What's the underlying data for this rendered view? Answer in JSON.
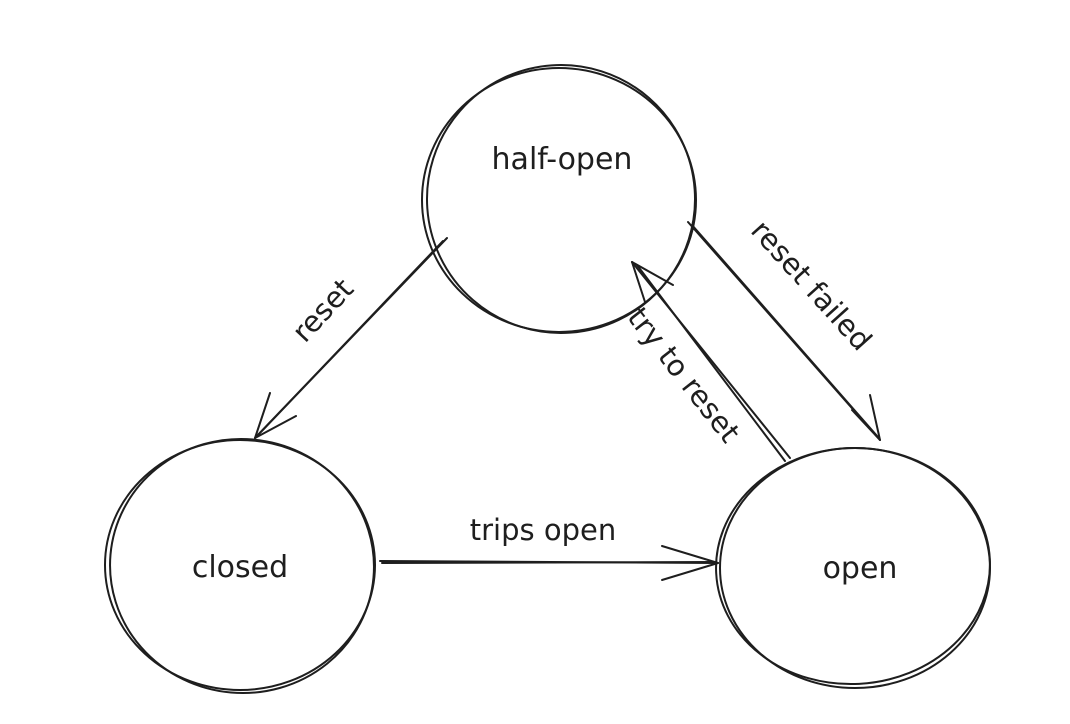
{
  "diagram": {
    "nodes": {
      "half_open": {
        "label": "half-open"
      },
      "closed": {
        "label": "closed"
      },
      "open": {
        "label": "open"
      }
    },
    "edges": {
      "reset": {
        "label": "reset",
        "from": "half-open",
        "to": "closed"
      },
      "reset_failed": {
        "label": "reset failed",
        "from": "half-open",
        "to": "open"
      },
      "try_to_reset": {
        "label": "try to reset",
        "from": "open",
        "to": "half-open"
      },
      "trips_open": {
        "label": "trips open",
        "from": "closed",
        "to": "open"
      }
    },
    "colors": {
      "stroke": "#1e1e1e",
      "background": "#ffffff"
    }
  }
}
